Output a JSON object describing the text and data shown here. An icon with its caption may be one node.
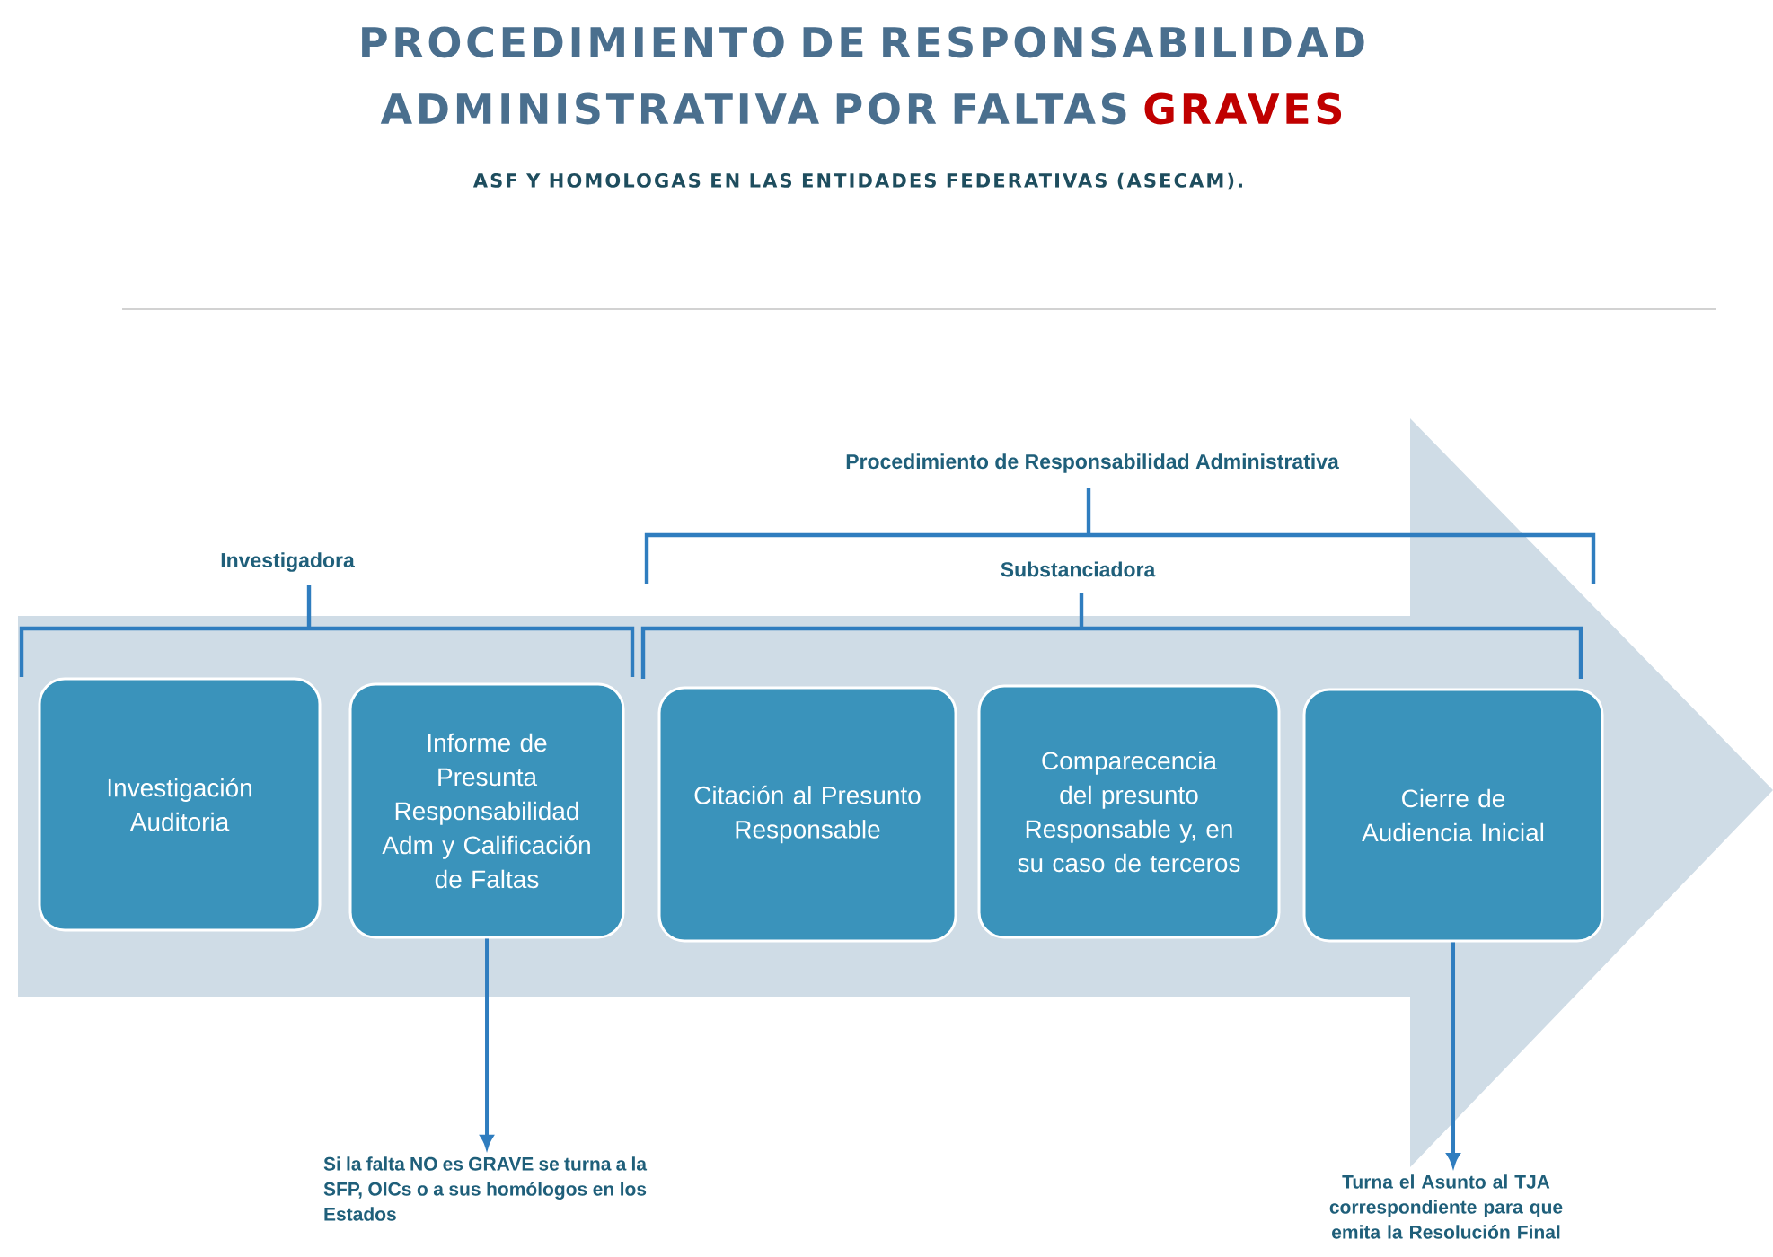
{
  "diagram": {
    "title": "PROCEDIMIENTO DE RESPONSABILIDAD ADMINISTRATIVA POR FALTAS **GRAVES**",
    "nodes": [
      {
        "text": [
          "Investigación Auditoria"
        ]
      },
      {
        "text": [
          "Informe de Presunta Responsabilidad Adm y Calificación de Faltas"
        ]
      },
      {
        "text": [
          "Citación al Presunto Responsable"
        ]
      },
      {
        "text": [
          "Comparecencia del presunto Responsable y, en su caso de terceros"
        ]
      },
      {
        "text": [
          "Cierre de Audiencia Inicial"
        ]
      },
      {
        "text": [
          "Si la falta NO es GRAVE se turna a la SFP, OICs o a sus homólogos en los Estados"
        ]
      },
      {
        "text": [
          "Turna el Asunto al TJA correspondiente para que emita la Resolución Final"
        ]
      }
    ],
    "edges": [
      {
        "from": 1,
        "to": 5,
        "arrow": "to"
      },
      {
        "from": 4,
        "to": 6,
        "arrow": "to"
      }
    ],
    "labels": [
      "ASF Y HOMOLOGAS EN LAS ENTIDADES FEDERATIVAS (ASECAM).",
      "Procedimiento de Responsabilidad Administrativa",
      "Investigadora",
      "Substanciadora"
    ]
  }
}
